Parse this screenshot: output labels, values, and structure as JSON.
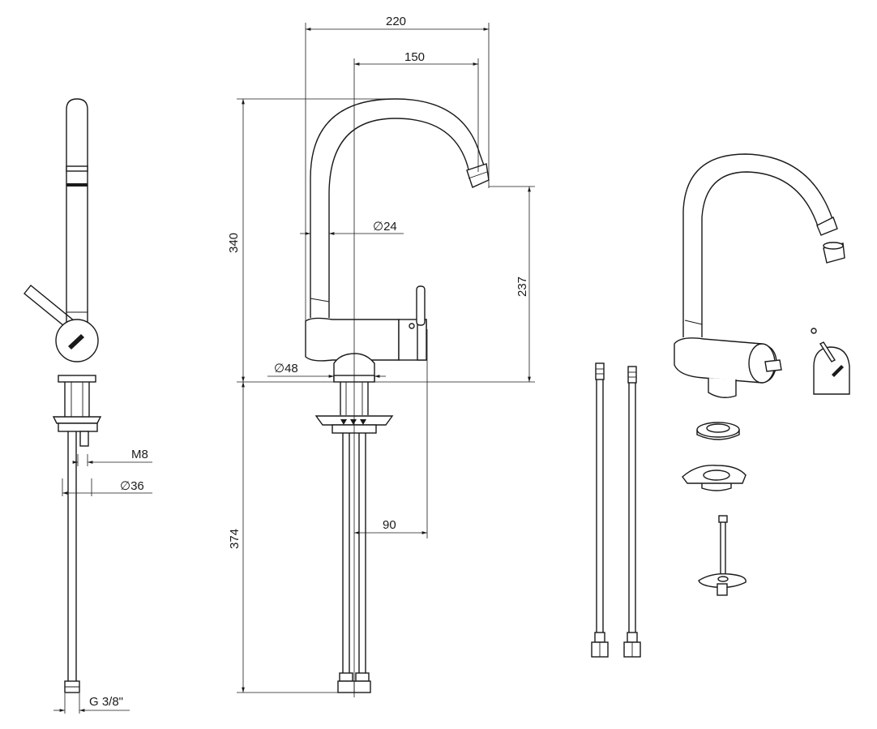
{
  "dimensions": {
    "overall_width": "220",
    "reach": "150",
    "height_total": "340",
    "spout_diameter": "∅24",
    "spout_height": "237",
    "base_diameter": "∅48",
    "shank_length": "374",
    "handle_offset": "90",
    "thread": "M8",
    "hole_diameter": "∅36",
    "connection": "G 3/8\""
  }
}
